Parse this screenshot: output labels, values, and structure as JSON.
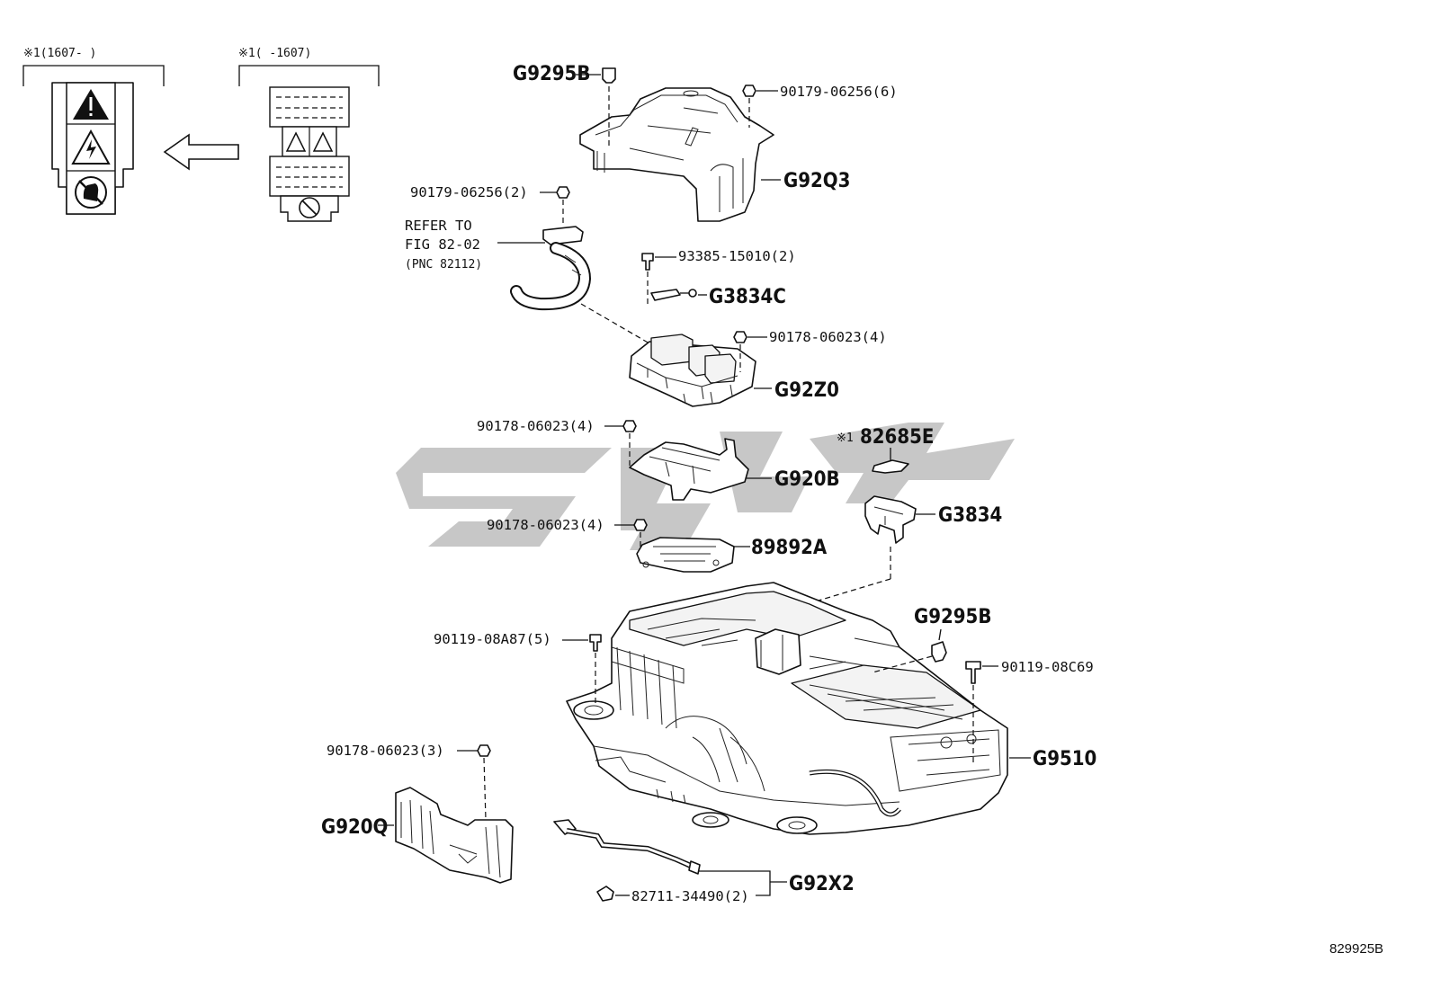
{
  "labels": {
    "g9295b_top": "G9295B",
    "p90179_06256_6": "90179-06256(6)",
    "g92q3": "G92Q3",
    "p90179_06256_2": "90179-06256(2)",
    "refer_line1": "REFER TO",
    "refer_line2": "FIG 82-02",
    "refer_line3": "(PNC 82112)",
    "p93385_15010_2": "93385-15010(2)",
    "g3834c": "G3834C",
    "p90178_06023_4a": "90178-06023(4)",
    "g92z0": "G92Z0",
    "p90178_06023_4b": "90178-06023(4)",
    "p82685e": "82685E",
    "p82685e_mark": "※1",
    "g920b": "G920B",
    "g3834": "G3834",
    "p90178_06023_4c": "90178-06023(4)",
    "p89892a": "89892A",
    "g9295b_bottom": "G9295B",
    "p90119_08a87_5": "90119-08A87(5)",
    "p90119_08c69": "90119-08C69",
    "g9510": "G9510",
    "p90178_06023_3": "90178-06023(3)",
    "g920q": "G920Q",
    "g92x2": "G92X2",
    "p82711_34490_2": "82711-34490(2)",
    "diagram_id": "829925B"
  },
  "variants": {
    "left": "※1(1607-     )",
    "right": "※1(     -1607)"
  },
  "icons": [
    "warning-triangle-icon",
    "high-voltage-icon",
    "no-hand-icon",
    "arrow-left-icon"
  ]
}
